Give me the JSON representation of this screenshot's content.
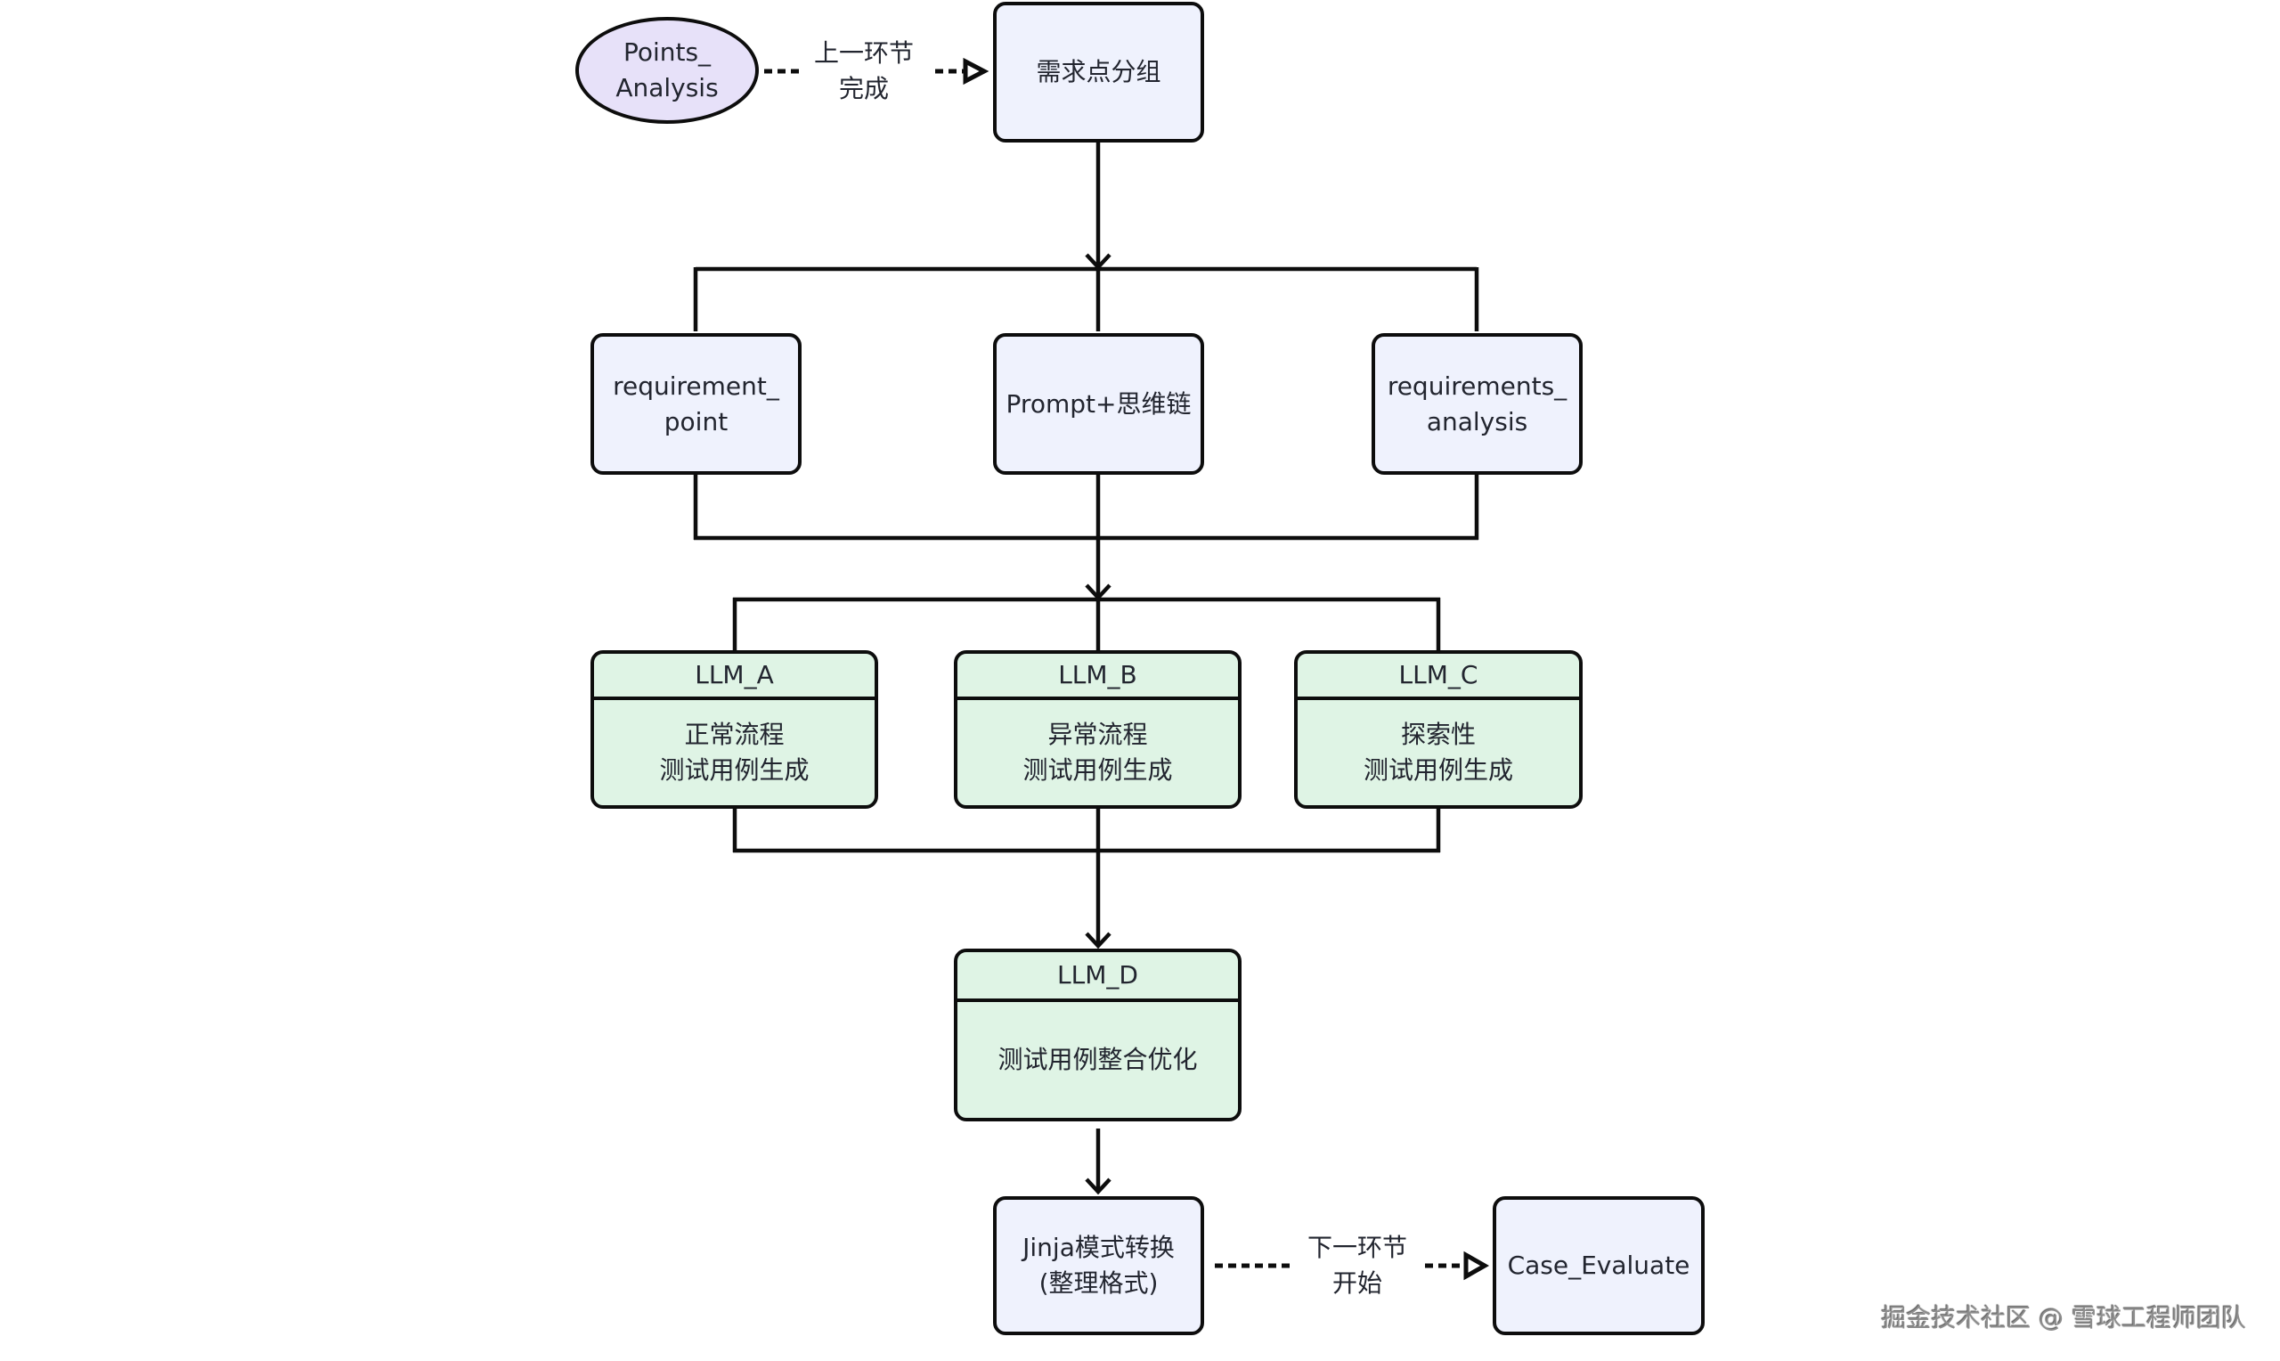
{
  "diagram": {
    "title": "测试用例生成流程",
    "colors": {
      "stroke": "#0d0d0d",
      "start_node_fill": "#e7e1f9",
      "input_node_fill": "#eff2fd",
      "llm_node_fill": "#dff4e5",
      "text": "#22252f"
    },
    "nodes": {
      "points_analysis": {
        "lines": [
          "Points_",
          "Analysis"
        ],
        "shape": "ellipse"
      },
      "grouping": {
        "lines": [
          "需求点分组"
        ]
      },
      "requirement_point": {
        "lines": [
          "requirement_",
          "point"
        ]
      },
      "prompt_cot": {
        "lines": [
          "Prompt+思维链"
        ]
      },
      "requirements_analysis": {
        "lines": [
          "requirements_",
          "analysis"
        ]
      },
      "llm_a": {
        "header": "LLM_A",
        "lines": [
          "正常流程",
          "测试用例生成"
        ]
      },
      "llm_b": {
        "header": "LLM_B",
        "lines": [
          "异常流程",
          "测试用例生成"
        ]
      },
      "llm_c": {
        "header": "LLM_C",
        "lines": [
          "探索性",
          "测试用例生成"
        ]
      },
      "llm_d": {
        "header": "LLM_D",
        "lines": [
          "测试用例整合优化"
        ]
      },
      "jinja": {
        "lines": [
          "Jinja模式转换",
          "(整理格式)"
        ]
      },
      "case_evaluate": {
        "lines": [
          "Case_Evaluate"
        ]
      }
    },
    "edge_labels": {
      "prev_stage": {
        "lines": [
          "上一环节",
          "完成"
        ]
      },
      "next_stage": {
        "lines": [
          "下一环节",
          "开始"
        ]
      }
    },
    "edges": [
      {
        "from": "points_analysis",
        "to": "grouping",
        "style": "dashed",
        "label": "prev_stage"
      },
      {
        "from": "grouping",
        "to": [
          "requirement_point",
          "prompt_cot",
          "requirements_analysis"
        ],
        "style": "solid"
      },
      {
        "from": [
          "requirement_point",
          "prompt_cot",
          "requirements_analysis"
        ],
        "to": [
          "llm_a",
          "llm_b",
          "llm_c"
        ],
        "style": "solid"
      },
      {
        "from": [
          "llm_a",
          "llm_b",
          "llm_c"
        ],
        "to": "llm_d",
        "style": "solid"
      },
      {
        "from": "llm_d",
        "to": "jinja",
        "style": "solid"
      },
      {
        "from": "jinja",
        "to": "case_evaluate",
        "style": "dashed",
        "label": "next_stage"
      }
    ]
  },
  "watermark": "掘金技术社区 @ 雪球工程师团队"
}
